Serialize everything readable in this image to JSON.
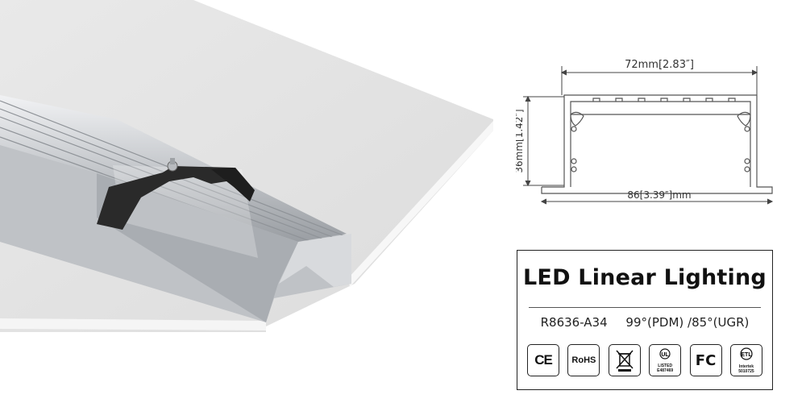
{
  "scene": {
    "description_alt": ""
  },
  "drawing": {
    "width_label": "72mm[2.83″]",
    "height_label": "36mm[1.42″]",
    "base_label": "86[3.39″]mm"
  },
  "info": {
    "title": "LED Linear Lighting",
    "model": "R8636-A34",
    "angles": "99°(PDM) /85°(UGR)"
  },
  "certs": {
    "ce": "CE",
    "rohs": "RoHS",
    "fc": "FC",
    "ul_listed": "LISTED",
    "ul_number": "E487469",
    "etl_name": "Intertek",
    "etl_number": "5010725"
  },
  "colors": {
    "panel": "#e6e6e6",
    "panel_edge": "#cfcfcf",
    "aluminum": "#c9ccd0",
    "bracket": "#2a2a2a"
  }
}
